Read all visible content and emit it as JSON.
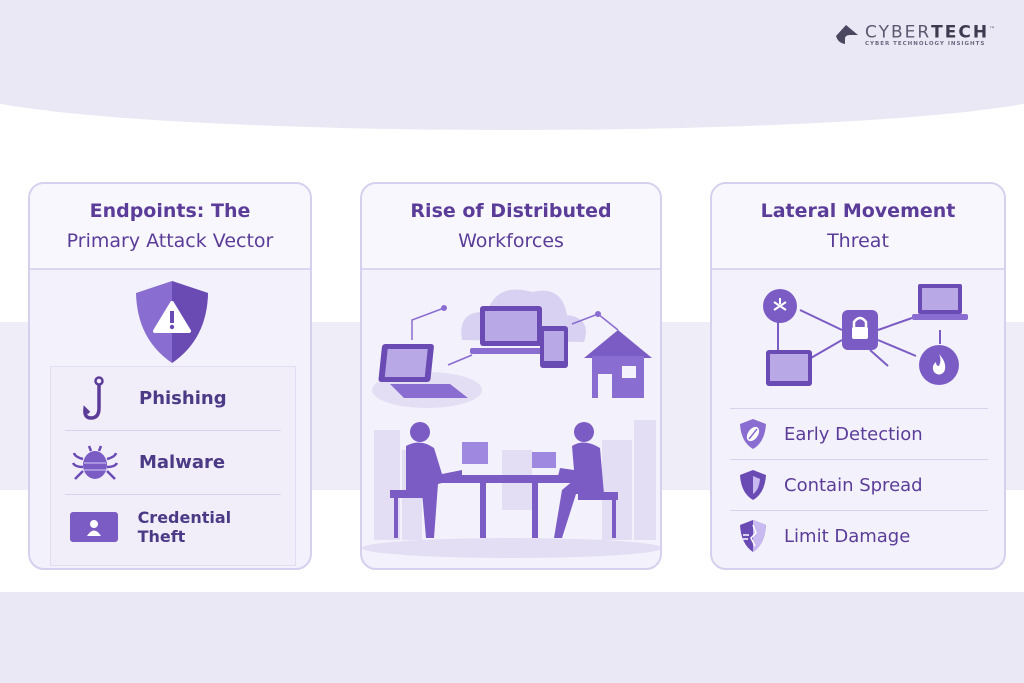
{
  "brand": {
    "name_light": "CYBER",
    "name_bold": "TECH",
    "tm": "™",
    "tagline": "CYBER TECHNOLOGY INSIGHTS"
  },
  "cards": [
    {
      "title_line1": "Endpoints: The",
      "title_line2": "Primary Attack Vector",
      "items": [
        {
          "label": "Phishing",
          "icon": "fish-hook-icon"
        },
        {
          "label": "Malware",
          "icon": "bug-icon"
        },
        {
          "label": "Credential Theft",
          "icon": "id-badge-icon"
        }
      ]
    },
    {
      "title_line1": "Rise of Distributed",
      "title_line2": "Workforces"
    },
    {
      "title_line1": "Lateral Movement",
      "title_line2": "Threat",
      "items": [
        {
          "label": "Early Detection",
          "icon": "shield-leaf-icon"
        },
        {
          "label": "Contain Spread",
          "icon": "shield-half-icon"
        },
        {
          "label": "Limit Damage",
          "icon": "shield-cracked-icon"
        }
      ]
    }
  ],
  "colors": {
    "accent": "#7b5cc4",
    "heading": "#5b3d99",
    "card_bg": "#f3f1fb"
  }
}
